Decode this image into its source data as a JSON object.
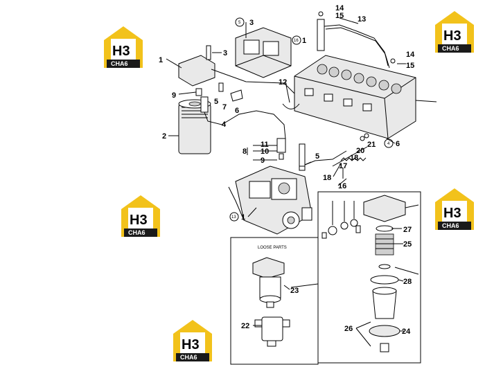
{
  "logo": {
    "letters": "H3",
    "subtitle": "CHA6",
    "colors": {
      "house": "#f2c21b",
      "bar": "#1a1a1a"
    }
  },
  "inset": {
    "title": "LOOSE PARTS"
  },
  "callouts": {
    "c1a": "1",
    "c3a": "3",
    "c3b": "3",
    "c9a": "9",
    "c2": "2",
    "c5a": "5",
    "c7": "7",
    "c6a": "6",
    "c4a": "4",
    "c11": "11",
    "c10": "10",
    "c8": "8",
    "c9b": "9",
    "c5b": "5",
    "c12": "12",
    "c13": "13",
    "c14a": "14",
    "c15a": "15",
    "c14b": "14",
    "c15b": "15",
    "c16a": "16",
    "c4b": "4",
    "c6b": "6",
    "c20": "20",
    "c21": "21",
    "c17": "17",
    "c18a": "18",
    "c18b": "18",
    "c16b": "16",
    "c13b": "13",
    "c1b": "1",
    "c27": "27",
    "c25": "25",
    "c28": "28",
    "c23": "23",
    "c26": "26",
    "c24": "24",
    "c22": "22"
  }
}
